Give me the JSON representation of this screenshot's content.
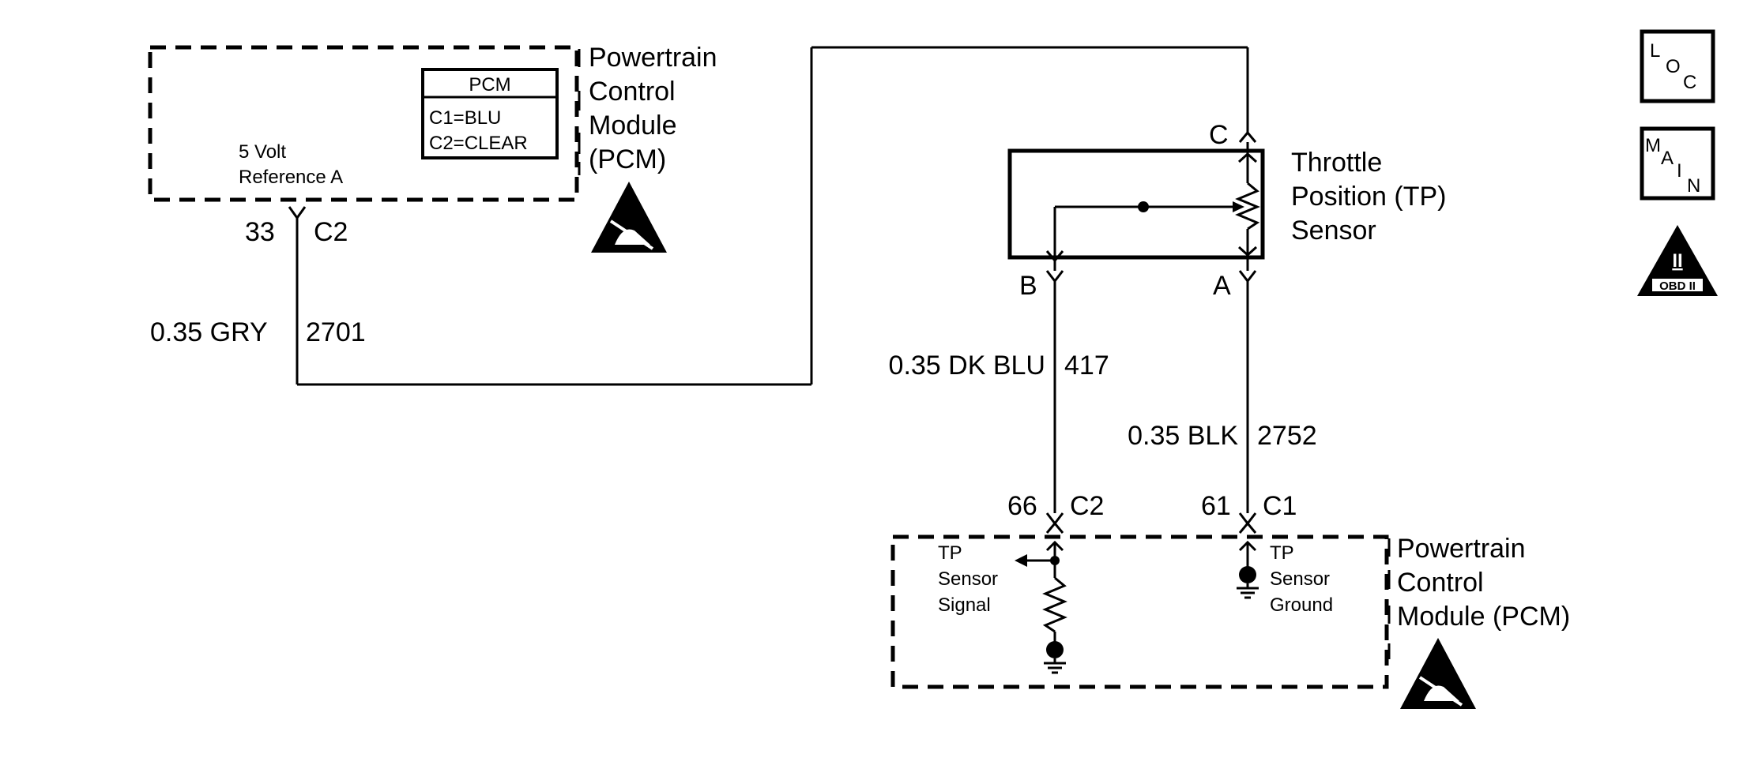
{
  "pcm_top": {
    "title_lines": [
      "Powertrain",
      "Control",
      "Module",
      "(PCM)"
    ],
    "inset_title": "PCM",
    "inset_lines": [
      "C1=BLU",
      "C2=CLEAR"
    ],
    "circuit_label_lines": [
      "5 Volt",
      "Reference A"
    ],
    "pin": "33",
    "connector": "C2"
  },
  "wire_2701": {
    "gauge_color": "0.35 GRY",
    "circuit": "2701"
  },
  "tp_sensor": {
    "title_lines": [
      "Throttle",
      "Position (TP)",
      "Sensor"
    ],
    "pin_c": "C",
    "pin_b": "B",
    "pin_a": "A"
  },
  "wire_417": {
    "gauge_color": "0.35 DK BLU",
    "circuit": "417"
  },
  "wire_2752": {
    "gauge_color": "0.35 BLK",
    "circuit": "2752"
  },
  "pcm_bottom": {
    "title_lines": [
      "Powertrain",
      "Control",
      "Module (PCM)"
    ],
    "signal_pin": "66",
    "signal_connector": "C2",
    "ground_pin": "61",
    "ground_connector": "C1",
    "signal_label_lines": [
      "TP",
      "Sensor",
      "Signal"
    ],
    "ground_label_lines": [
      "TP",
      "Sensor",
      "Ground"
    ]
  },
  "side_icons": {
    "loc": [
      "L",
      "O",
      "C"
    ],
    "main": [
      "M",
      "A",
      "I",
      "N"
    ],
    "obd": {
      "numeral": "II",
      "label": "OBD II"
    }
  },
  "icons": [
    "esd-warning-icon",
    "loc-icon",
    "main-icon",
    "obd-ii-icon"
  ]
}
